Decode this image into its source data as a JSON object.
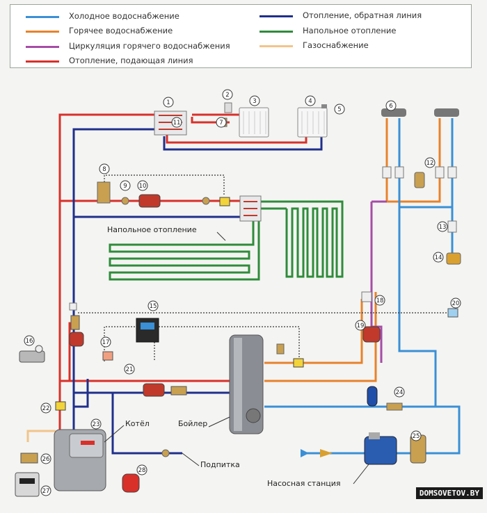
{
  "legend": {
    "left": [
      {
        "label": "Холодное водоснабжение",
        "color": "#3a8fd6"
      },
      {
        "label": "Горячее водоснабжение",
        "color": "#e8822a"
      },
      {
        "label": "Циркуляция горячего водоснабжения",
        "color": "#a64ca6"
      },
      {
        "label": "Отопление, подающая линия",
        "color": "#d9302a"
      }
    ],
    "right": [
      {
        "label": "Отопление, обратная линия",
        "color": "#1f2f8c"
      },
      {
        "label": "Напольное отопление",
        "color": "#2e8c3a"
      },
      {
        "label": "Газоснабжение",
        "color": "#f2c48a"
      }
    ]
  },
  "labels": {
    "floor_heating": "Напольное отопление",
    "kotel": "Котёл",
    "boiler": "Бойлер",
    "podpitka": "Подпитка",
    "pump_station": "Насосная станция"
  },
  "numbers": [
    "1",
    "2",
    "3",
    "4",
    "5",
    "6",
    "7",
    "8",
    "9",
    "10",
    "11",
    "12",
    "13",
    "14",
    "15",
    "16",
    "17",
    "18",
    "19",
    "20",
    "21",
    "22",
    "23",
    "24",
    "25",
    "26",
    "27",
    "28"
  ],
  "watermark": "DOMSOVETOV.BY"
}
